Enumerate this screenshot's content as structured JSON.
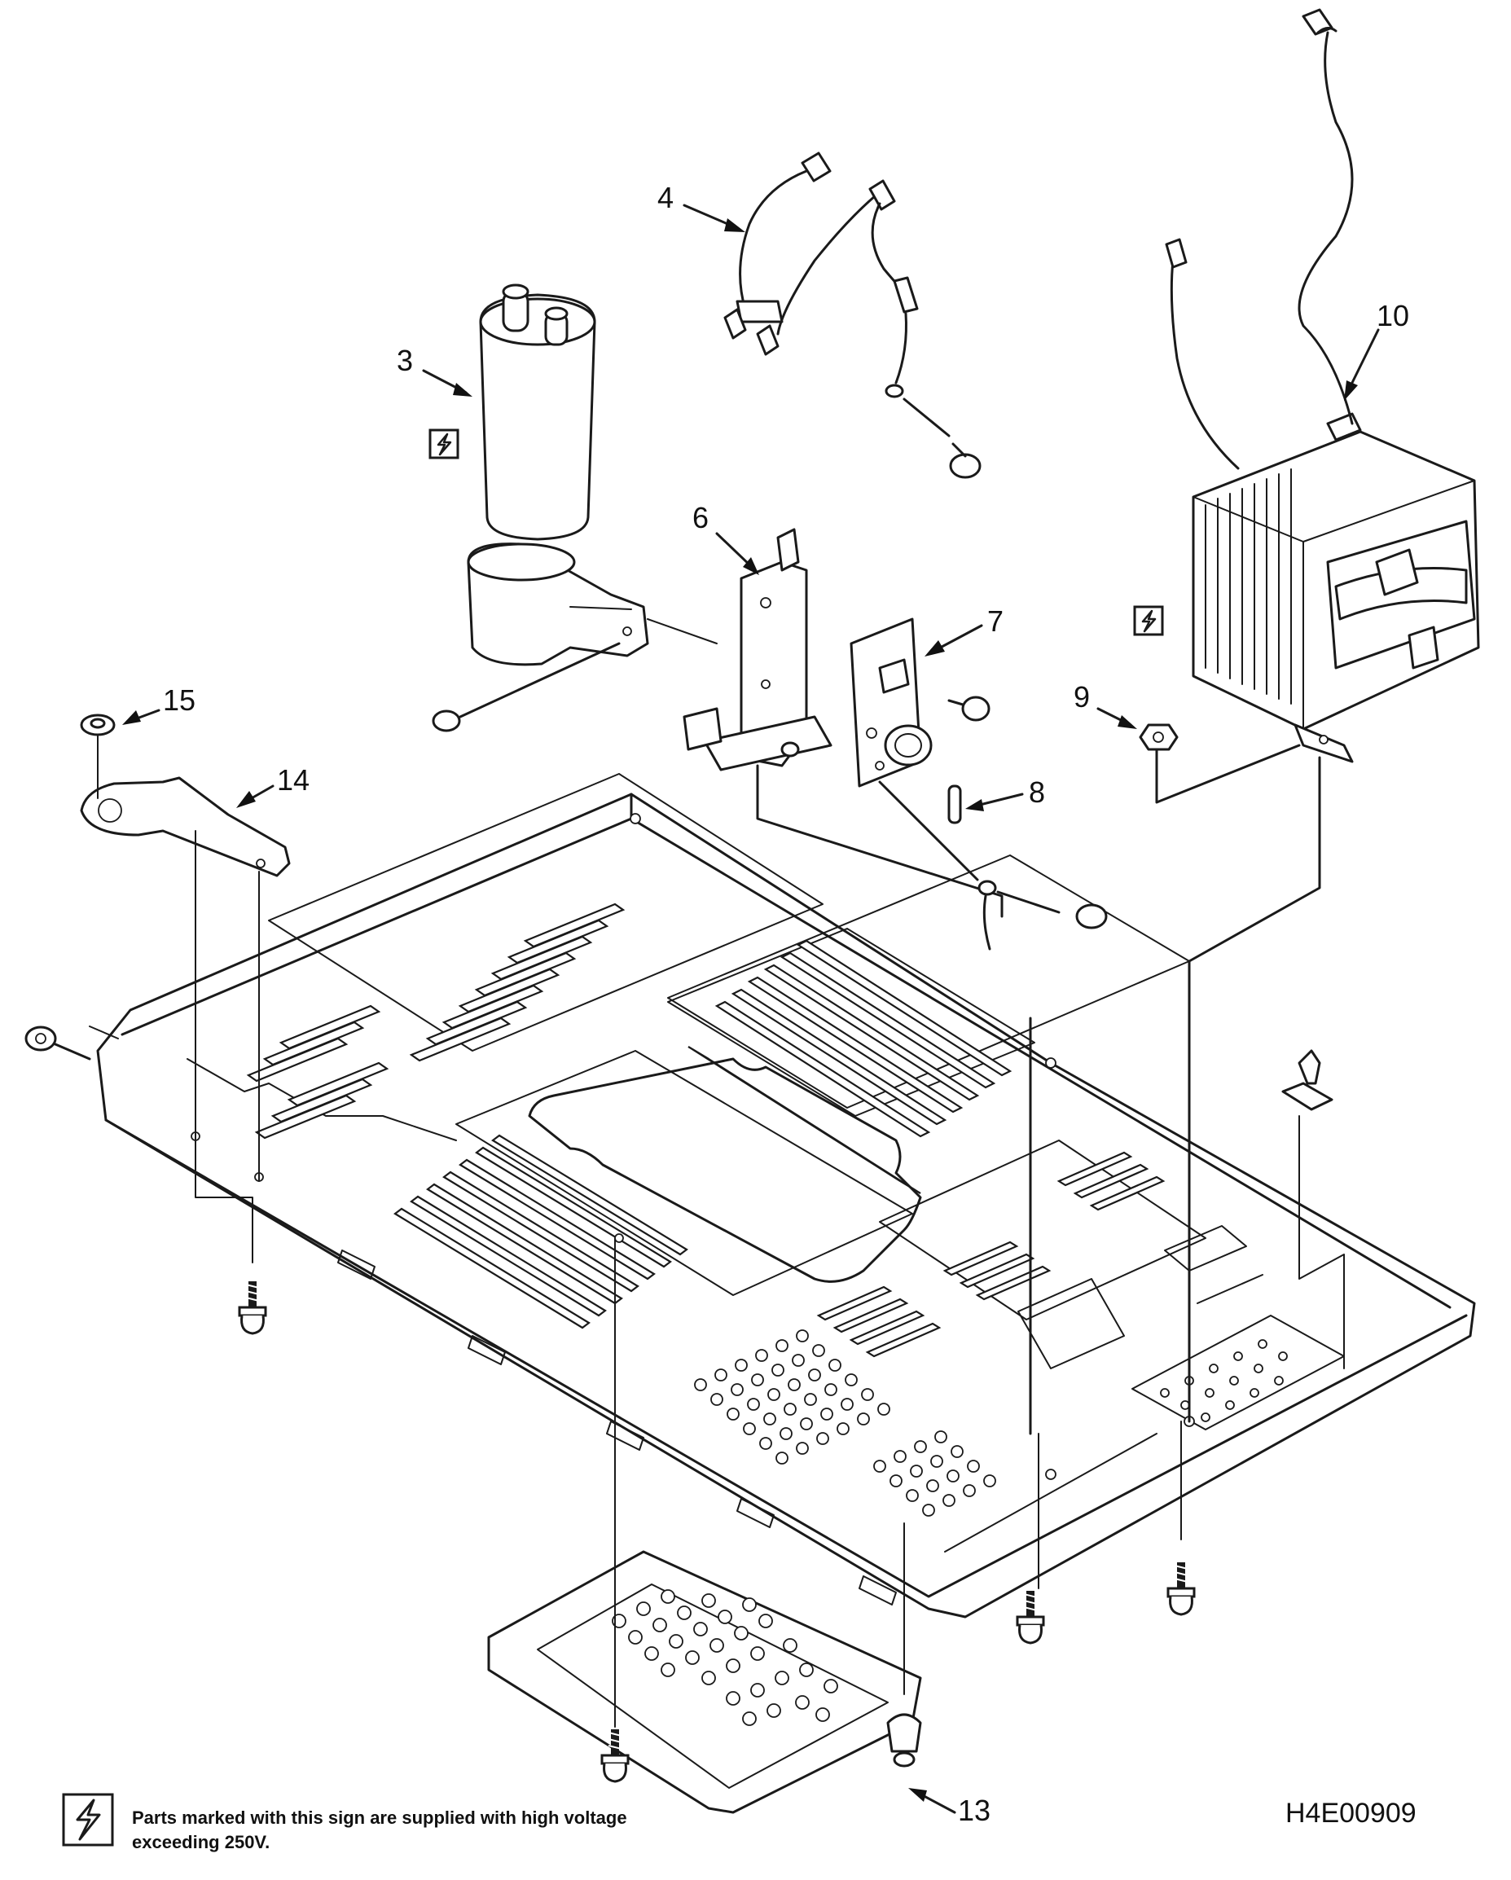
{
  "callouts": {
    "c3": "3",
    "c4": "4",
    "c6": "6",
    "c7": "7",
    "c8": "8",
    "c9": "9",
    "c10": "10",
    "c13": "13",
    "c14": "14",
    "c15": "15"
  },
  "symbol": "high-voltage-icon",
  "legend_text": "Parts marked with this sign are supplied with high voltage exceeding 250V.",
  "drawing_code": "H4E00909"
}
